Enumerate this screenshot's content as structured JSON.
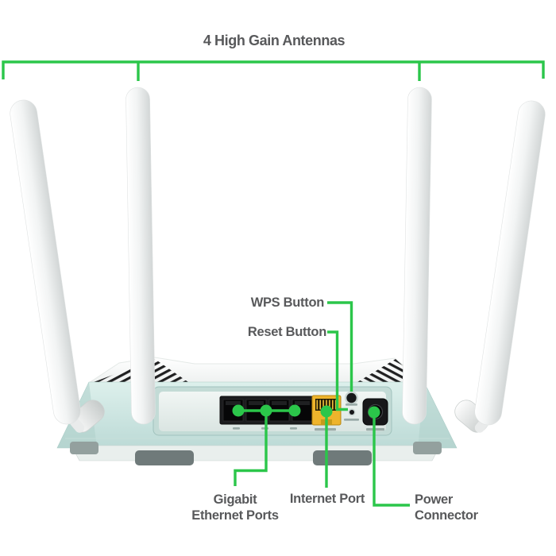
{
  "title": {
    "text": "4 High Gain Antennas"
  },
  "callouts": {
    "wps": {
      "label": "WPS Button"
    },
    "reset": {
      "label": "Reset Button"
    },
    "gigabit": {
      "line1": "Gigabit",
      "line2": "Ethernet Ports"
    },
    "internet": {
      "label": "Internet Port"
    },
    "power": {
      "line1": "Power",
      "line2": "Connector"
    }
  },
  "device": {
    "view": "router rear panel",
    "antennas_visible": 4,
    "lan_ports_visible": 4,
    "internet_ports_visible": 1
  },
  "theme": {
    "accent_green": "#2bc64a",
    "label_text": "#58595b",
    "port_yellow": "#eeb42c",
    "hardware_dark": "#17181a",
    "body_teal": "#d9efeb",
    "antenna_white": "#f7f8f8"
  }
}
